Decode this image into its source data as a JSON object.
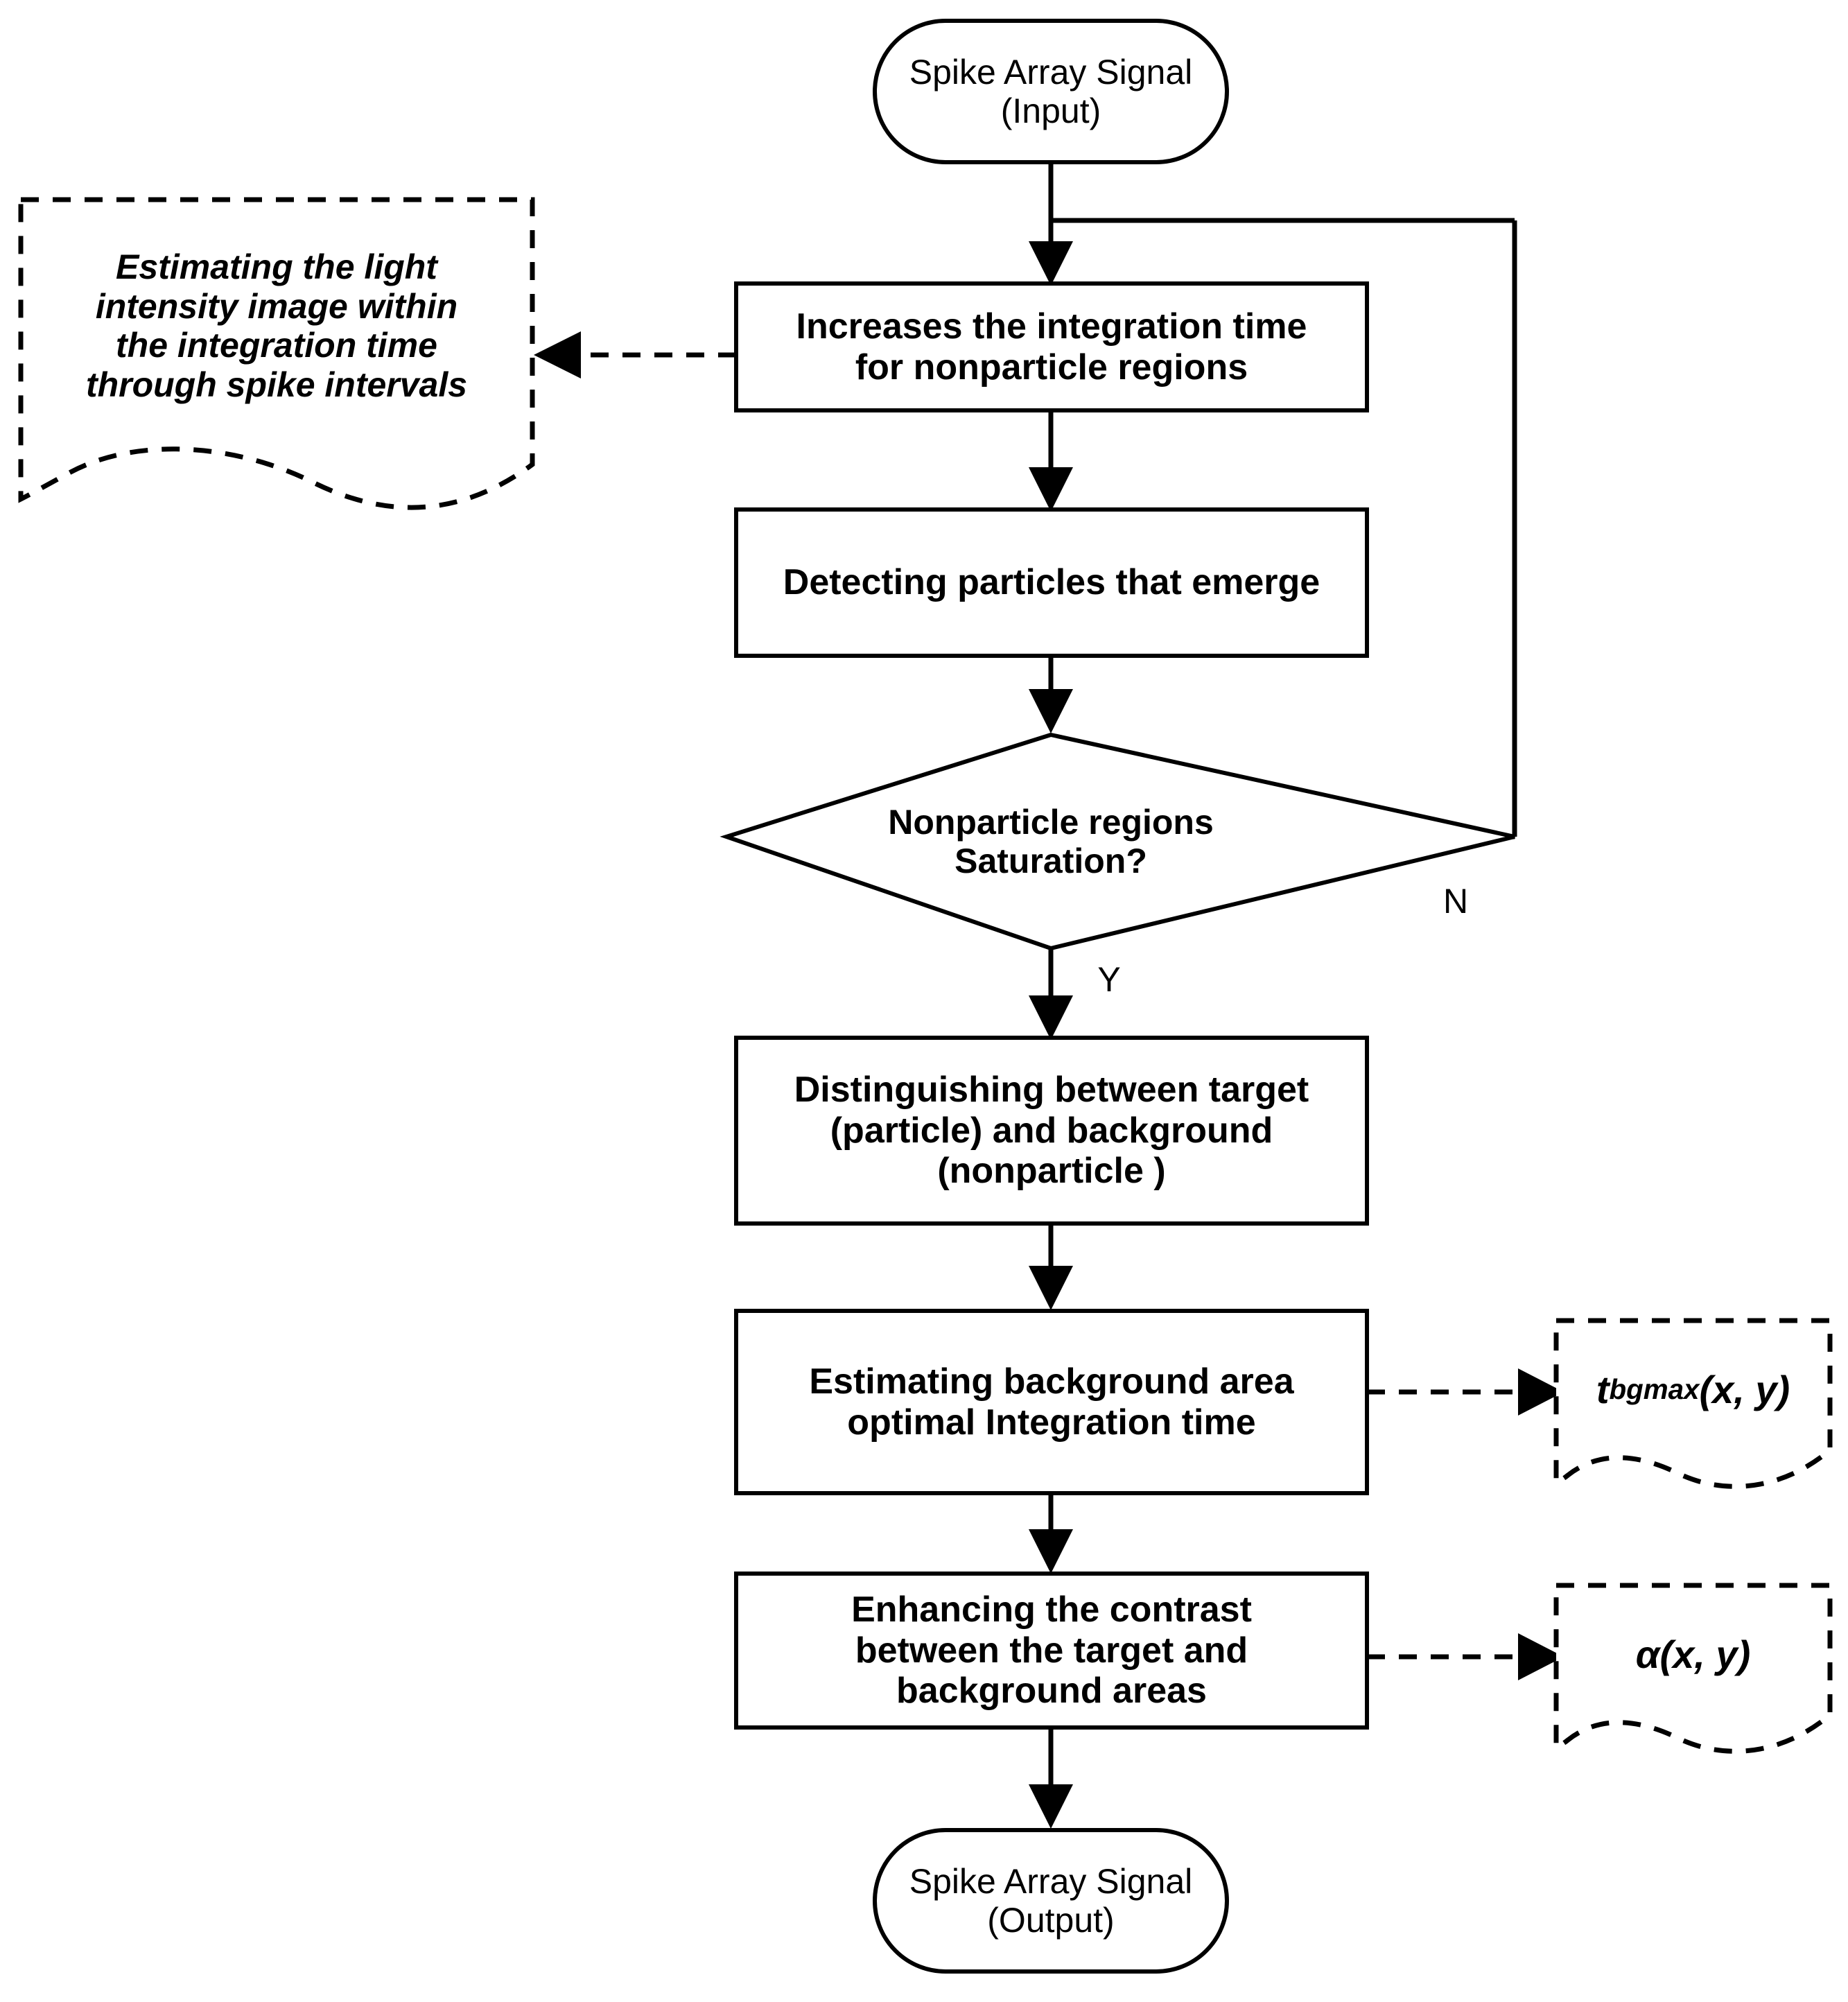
{
  "diagram": {
    "title": "Spike array signal processing flowchart",
    "colors": {
      "stroke": "#000000",
      "fill": "#ffffff",
      "background": "#ffffff"
    },
    "nodes": {
      "input": {
        "shape": "terminator",
        "label": "Spike Array Signal\n(Input)"
      },
      "increase_integration": {
        "shape": "process",
        "label": "Increases the integration time\nfor nonparticle regions"
      },
      "detect_particles": {
        "shape": "process",
        "label": "Detecting  particles that emerge"
      },
      "saturation_decision": {
        "shape": "decision",
        "label": "Nonparticle regions\nSaturation?"
      },
      "distinguish": {
        "shape": "process",
        "label": "Distinguishing between target\n(particle) and background\n(nonparticle )"
      },
      "estimate_bg_time": {
        "shape": "process",
        "label": "Estimating background area\noptimal Integration time"
      },
      "enhance_contrast": {
        "shape": "process",
        "label": "Enhancing the contrast\nbetween the target and\nbackground areas"
      },
      "output": {
        "shape": "terminator",
        "label": "Spike Array Signal\n(Output)"
      }
    },
    "notes": {
      "light_intensity_note": {
        "shape": "document-dashed",
        "label": "Estimating the light\nintensity image within\nthe integration time\nthrough spike intervals"
      },
      "tbgmax_note": {
        "shape": "document-dashed",
        "label_main": "t",
        "label_sub": "bgmax",
        "label_tail": " (x, y)"
      },
      "alpha_note": {
        "shape": "document-dashed",
        "label": "α(x, y)"
      }
    },
    "edge_labels": {
      "no": "N",
      "yes": "Y"
    }
  }
}
